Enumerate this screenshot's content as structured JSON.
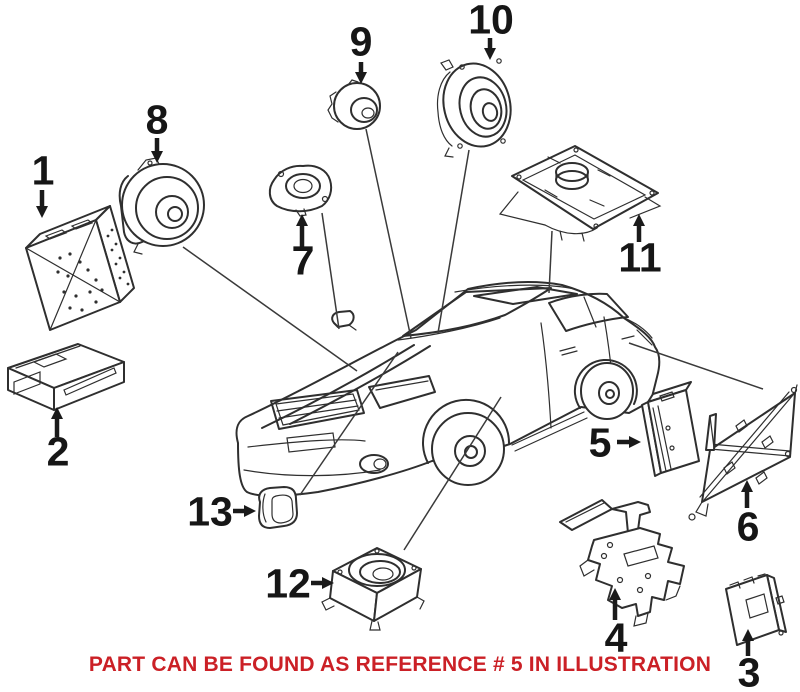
{
  "diagram": {
    "type": "vehicle-audio-parts-illustration",
    "callouts": [
      {
        "label": "1"
      },
      {
        "label": "2"
      },
      {
        "label": "3"
      },
      {
        "label": "4"
      },
      {
        "label": "5"
      },
      {
        "label": "6"
      },
      {
        "label": "7"
      },
      {
        "label": "8"
      },
      {
        "label": "9"
      },
      {
        "label": "10"
      },
      {
        "label": "11"
      },
      {
        "label": "12"
      },
      {
        "label": "13"
      }
    ],
    "caption": {
      "text": "PART CAN BE FOUND AS REFERENCE # 5 IN ILLUSTRATION",
      "referenced_part_number": "5"
    },
    "colors": {
      "background": "#ffffff",
      "line_art": "#2f2f2f",
      "callout_text": "#161616",
      "caption_red": "#cb2026"
    }
  }
}
